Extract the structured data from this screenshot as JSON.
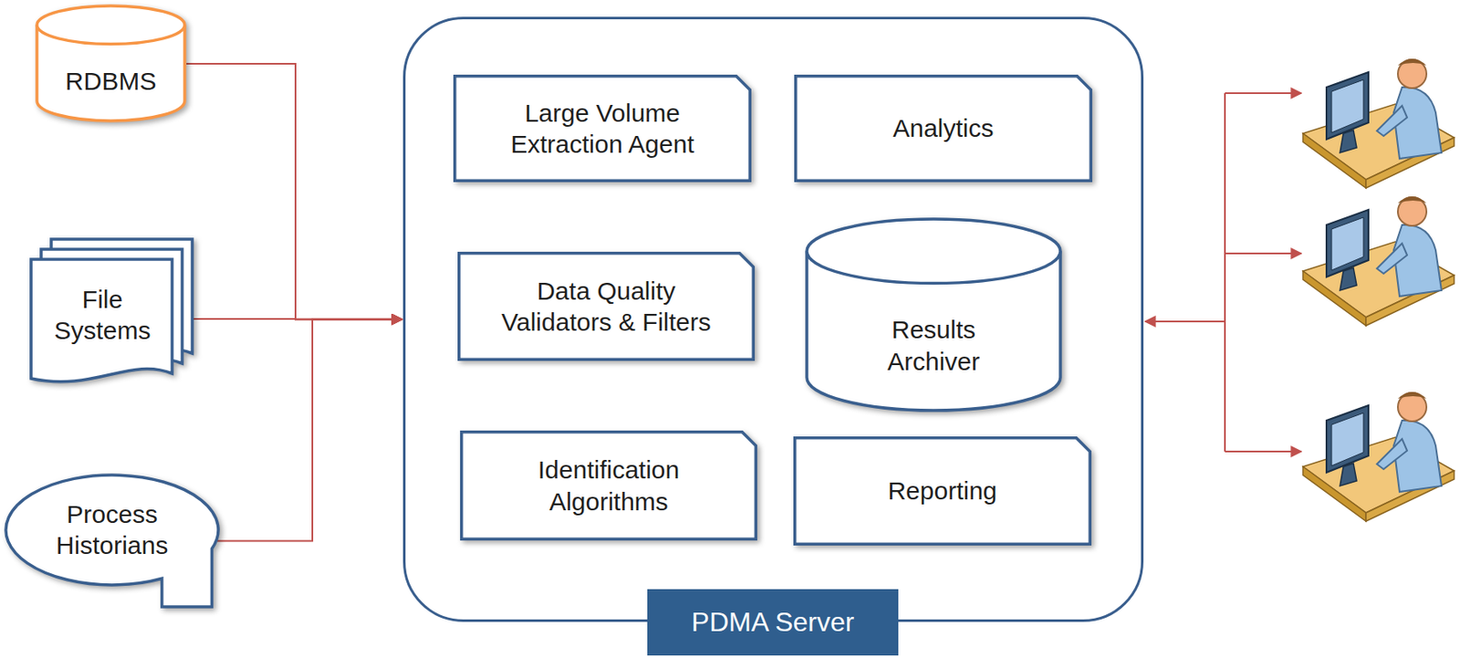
{
  "diagram": {
    "nodes": [
      {
        "text": [
          "RDBMS"
        ]
      },
      {
        "text": [
          "File Systems"
        ]
      },
      {
        "text": [
          "Process Historians"
        ]
      },
      {
        "text": [
          "PDMA Server"
        ]
      },
      {
        "text": [
          "Large Volume Extraction Agent"
        ],
        "in": 3
      },
      {
        "text": [
          "Analytics"
        ],
        "in": 3
      },
      {
        "text": [
          "Data Quality Validators & Filters"
        ],
        "in": 3
      },
      {
        "text": [
          "Results Archiver"
        ],
        "in": 3
      },
      {
        "text": [
          "Identification Algorithms"
        ],
        "in": 3
      },
      {
        "text": [
          "Reporting"
        ],
        "in": 3
      }
    ],
    "edges": [
      {
        "from": 0,
        "to": 3,
        "arrow": "to"
      },
      {
        "from": 1,
        "to": 3,
        "arrow": "to"
      },
      {
        "from": 2,
        "to": 3,
        "arrow": "to"
      }
    ]
  }
}
